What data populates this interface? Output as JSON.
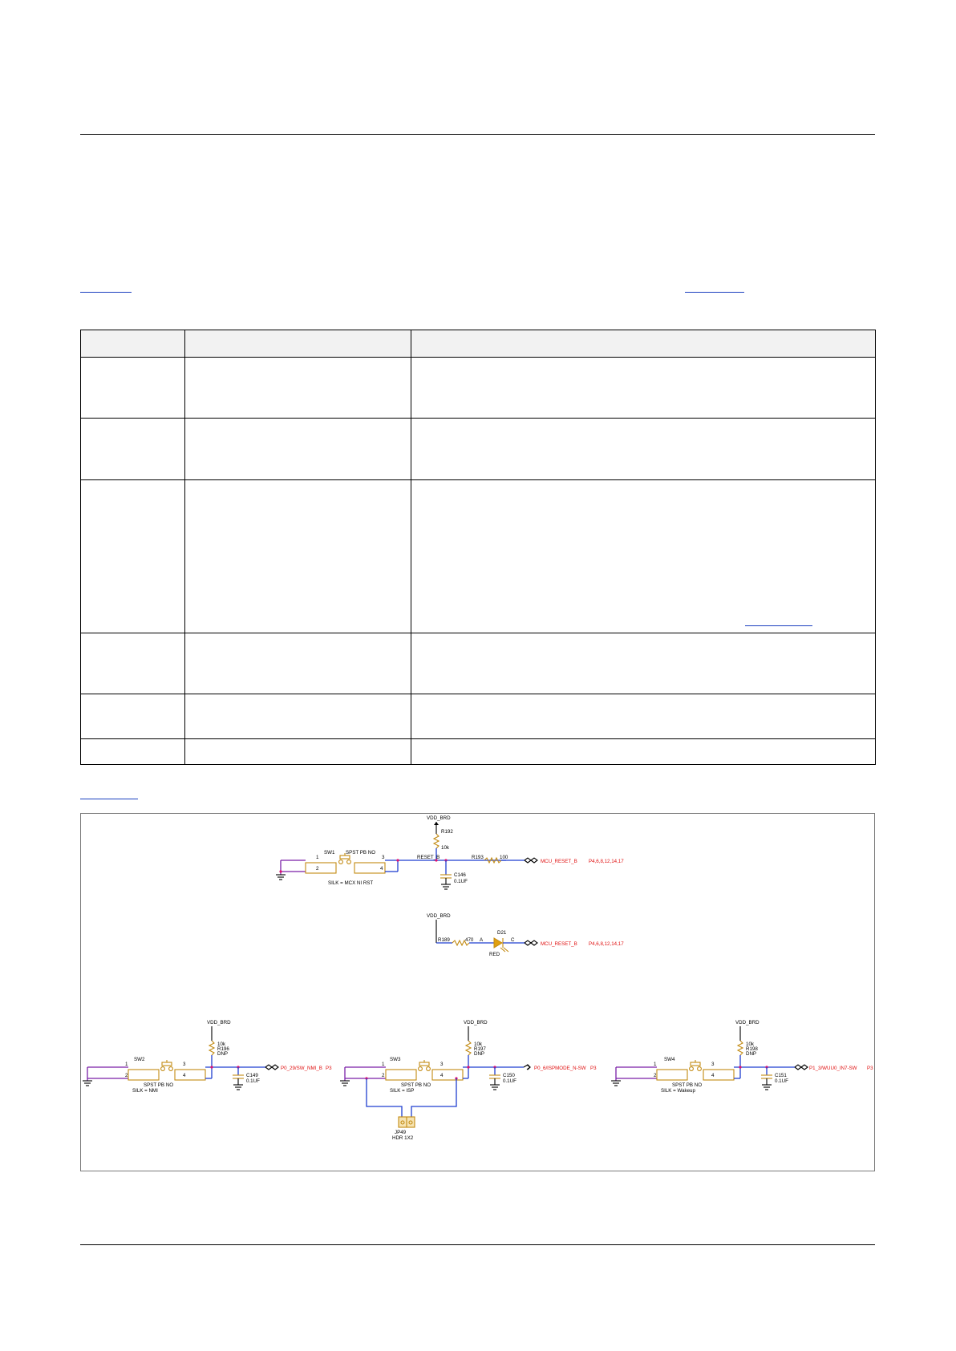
{
  "schematic": {
    "reset": {
      "vdd": "VDD_BRD",
      "r192": "R192",
      "r192_val": "10k",
      "sw1": "SW1",
      "sw1_type": "SPST PB NO",
      "pin1": "1",
      "pin2": "2",
      "pin3": "3",
      "pin4": "4",
      "silk": "SILK = MCX NI RST",
      "net": "RESET_B",
      "r193": "R193",
      "r193_val": "100",
      "c146": "C146",
      "c146_val": "0.1UF",
      "out": "MCU_RESET_B",
      "pages": "P4,6,8,12,14,17"
    },
    "led": {
      "vdd": "VDD_BRD",
      "r189": "R189",
      "r189_val": "470",
      "anode": "A",
      "cathode": "C",
      "d21": "D21",
      "color": "RED",
      "out": "MCU_RESET_B",
      "pages": "P4,6,8,12,14,17"
    },
    "nmi": {
      "vdd": "VDD_BRD",
      "r_val": "10k",
      "r_ref": "R196",
      "dnp": "DNP",
      "sw": "SW2",
      "sw_type": "SPST PB NO",
      "pin1": "1",
      "pin2": "2",
      "pin3": "3",
      "pin4": "4",
      "silk": "SILK = NMI",
      "c": "C149",
      "c_val": "0.1UF",
      "out": "P0_29/SW_NMI_B",
      "page": "P3"
    },
    "isp": {
      "vdd": "VDD_BRD",
      "r_val": "10k",
      "r_ref": "R197",
      "dnp": "DNP",
      "sw": "SW3",
      "sw_type": "SPST PB NO",
      "pin1": "1",
      "pin2": "2",
      "pin3": "3",
      "pin4": "4",
      "silk": "SILK = ISP",
      "c": "C150",
      "c_val": "0.1UF",
      "out": "P0_6/ISPMODE_N-SW",
      "page": "P3",
      "jp": "JP49",
      "jp_type": "HDR 1X2"
    },
    "wakeup": {
      "vdd": "VDD_BRD",
      "r_val": "10k",
      "r_ref": "R198",
      "dnp": "DNP",
      "sw": "SW4",
      "sw_type": "SPST PB NO",
      "pin1": "1",
      "pin2": "2",
      "pin3": "3",
      "pin4": "4",
      "silk": "SILK = Wakeup",
      "c": "C151",
      "c_val": "0.1UF",
      "out": "P1_3/WUU0_IN7-SW",
      "page": "P3"
    }
  }
}
